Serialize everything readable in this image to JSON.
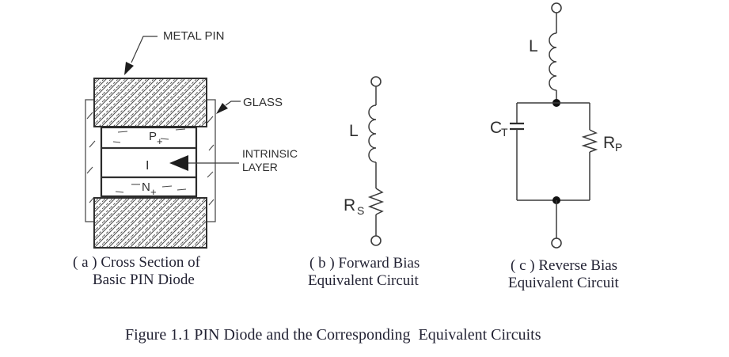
{
  "colors": {
    "background": "#ffffff",
    "line": "#3c3c3c",
    "draft_label": "#2e2e2e",
    "caption_text": "#232334",
    "arrow_fill": "#1e1e1e"
  },
  "diagram_a": {
    "labels": {
      "metal_pin": "METAL PIN",
      "glass": "GLASS",
      "intrinsic_line1": "INTRINSIC",
      "intrinsic_line2": "LAYER",
      "p_layer": "P",
      "p_plus": "+",
      "i_layer": "I",
      "n_layer": "N",
      "n_plus": "+"
    },
    "caption_line1": "( a )  Cross Section of",
    "caption_line2": "Basic PIN Diode"
  },
  "circuit_b": {
    "labels": {
      "inductor": "L",
      "resistor": "R",
      "resistor_sub": "S"
    },
    "caption_line1": "( b ) Forward Bias",
    "caption_line2": "Equivalent Circuit"
  },
  "circuit_c": {
    "labels": {
      "inductor": "L",
      "capacitor": "C",
      "capacitor_sub": "T",
      "resistor": "R",
      "resistor_sub": "P"
    },
    "caption_line1": "( c ) Reverse Bias",
    "caption_line2": "Equivalent Circuit"
  },
  "figure_caption": "Figure 1.1 PIN Diode and the Corresponding  Equivalent Circuits"
}
